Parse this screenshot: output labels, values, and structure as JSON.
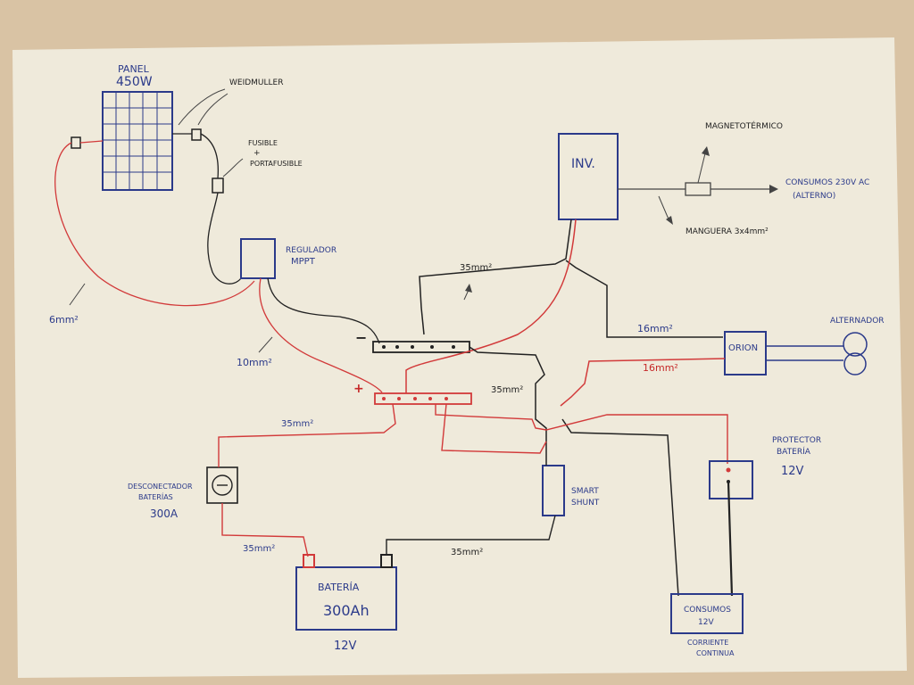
{
  "colors": {
    "desk": "#d9c3a4",
    "paper": "#efeadb",
    "ink_blue": "#2b3a8a",
    "ink_black": "#222222",
    "ink_red": "#d23a3a"
  },
  "labels": {
    "panel_title": "PANEL",
    "panel_power": "450W",
    "weidmuller": "WEIDMULLER",
    "fusible_1": "FUSIBLE",
    "fusible_plus": "+",
    "portafusible": "PORTAFUSIBLE",
    "regulador_1": "REGULADOR",
    "regulador_2": "MPPT",
    "inv": "INV.",
    "magnetotermico": "MAGNETOTÉRMICO",
    "consumos_ac_1": "CONSUMOS 230V AC",
    "consumos_ac_2": "(ALTERNO)",
    "manguera": "MANGUERA 3x4mm²",
    "orion": "ORION",
    "alternador": "ALTERNADOR",
    "protector_1": "PROTECTOR",
    "protector_2": "BATERÍA",
    "protector_3": "12V",
    "consumos_dc_1": "CONSUMOS",
    "consumos_dc_2": "12V",
    "corriente_1": "CORRIENTE",
    "corriente_2": "CONTINUA",
    "smart_1": "SMART",
    "smart_2": "SHUNT",
    "desconectador_1": "DESCONECTADOR",
    "desconectador_2": "BATERÍAS",
    "desconectador_3": "300A",
    "bateria_1": "BATERÍA",
    "bateria_2": "300Ah",
    "bateria_3": "12V",
    "bus_negative": "−",
    "bus_positive": "+",
    "w_6mm": "6mm²",
    "w_10mm": "10mm²",
    "w_35_top": "35mm²",
    "w_35_mid": "35mm²",
    "w_35_left": "35mm²",
    "w_35_batt_left": "35mm²",
    "w_35_batt_right": "35mm²",
    "w_16_top": "16mm²",
    "w_16_bottom": "16mm²"
  }
}
